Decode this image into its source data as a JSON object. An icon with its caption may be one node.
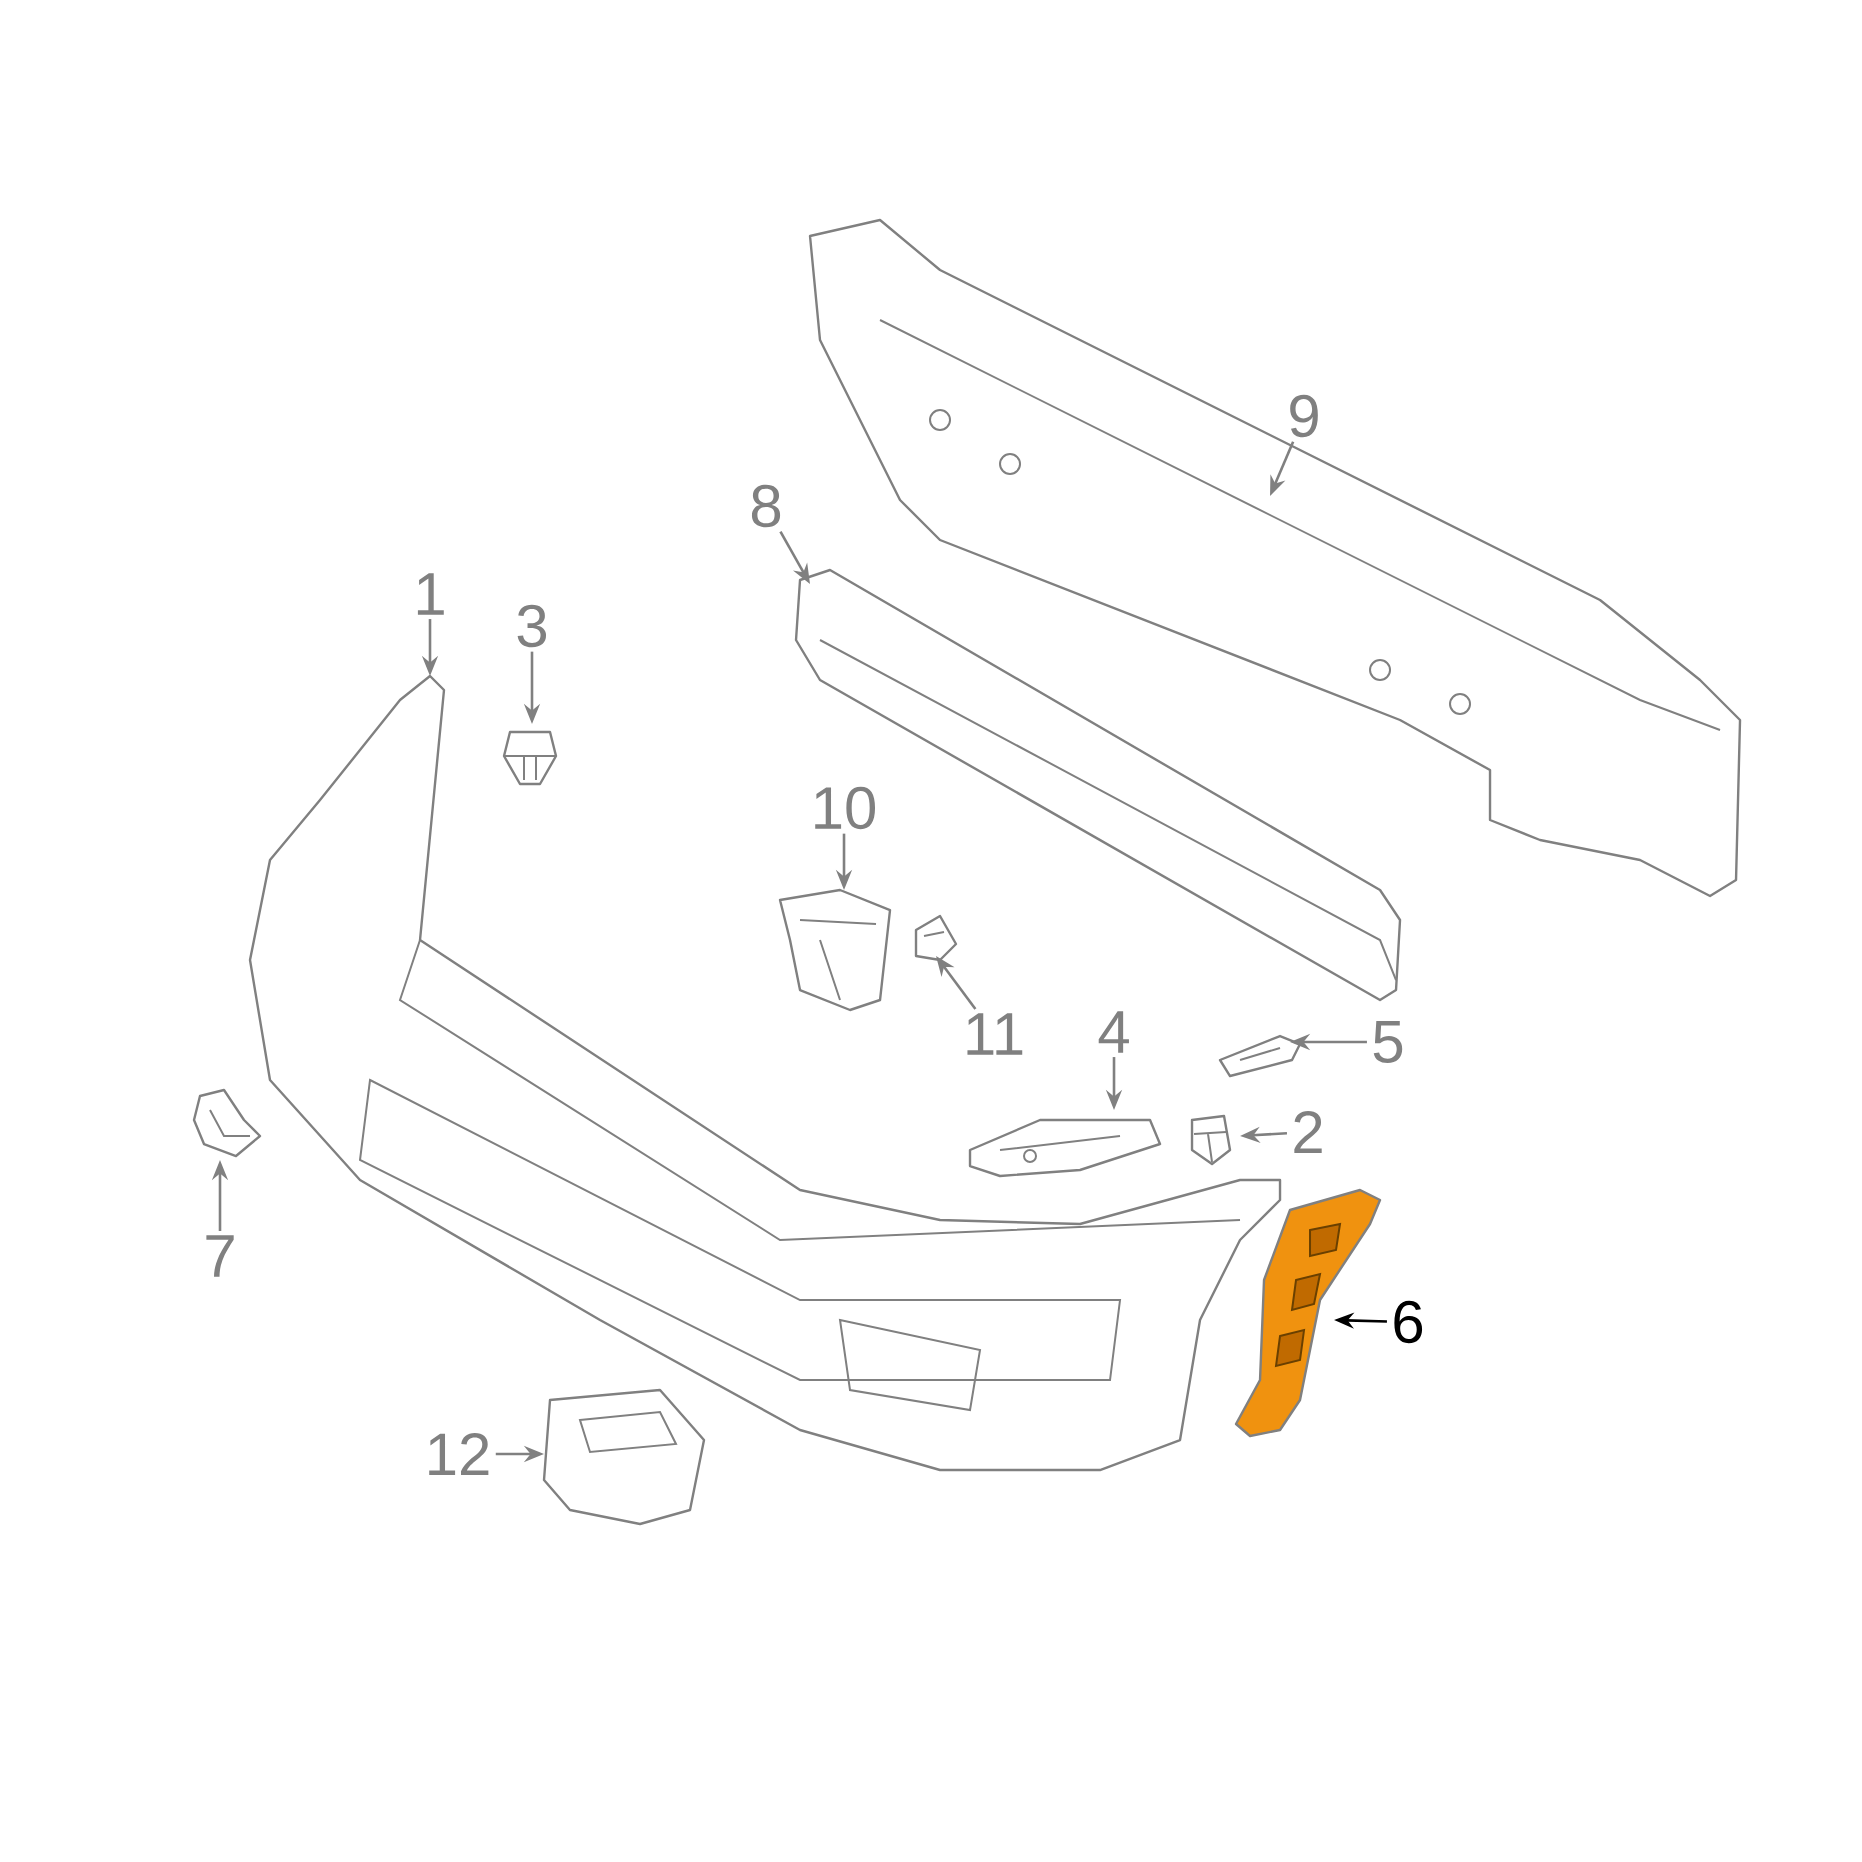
{
  "diagram": {
    "nodes": [
      {
        "text": [
          "9"
        ]
      },
      {
        "text": [
          "8"
        ]
      },
      {
        "text": [
          "1"
        ]
      },
      {
        "text": [
          "3"
        ]
      },
      {
        "text": [
          "10"
        ]
      },
      {
        "text": [
          "11"
        ]
      },
      {
        "text": [
          "4"
        ]
      },
      {
        "text": [
          "5"
        ]
      },
      {
        "text": [
          "2"
        ]
      },
      {
        "text": [
          "6"
        ]
      },
      {
        "text": [
          "7"
        ]
      },
      {
        "text": [
          "12"
        ]
      },
      {
        "text": [],
        "shape": "picture"
      },
      {
        "text": [],
        "shape": "picture"
      },
      {
        "text": [],
        "shape": "picture"
      },
      {
        "text": [],
        "shape": "picture"
      },
      {
        "text": [],
        "shape": "picture"
      },
      {
        "text": [],
        "shape": "picture"
      },
      {
        "text": [],
        "shape": "picture"
      },
      {
        "text": [],
        "shape": "picture"
      },
      {
        "text": [],
        "shape": "picture"
      },
      {
        "text": [],
        "shape": "picture"
      },
      {
        "text": [],
        "shape": "picture"
      },
      {
        "text": [],
        "shape": "picture"
      }
    ],
    "edges": [
      {
        "from": 0,
        "to": 12,
        "arrow": "to"
      },
      {
        "from": 1,
        "to": 13,
        "arrow": "to"
      },
      {
        "from": 2,
        "to": 14,
        "arrow": "to"
      },
      {
        "from": 3,
        "to": 15,
        "arrow": "to"
      },
      {
        "from": 4,
        "to": 16,
        "arrow": "to"
      },
      {
        "from": 5,
        "to": 17,
        "arrow": "to"
      },
      {
        "from": 6,
        "to": 18,
        "arrow": "to"
      },
      {
        "from": 7,
        "to": 19,
        "arrow": "to"
      },
      {
        "from": 8,
        "to": 20,
        "arrow": "to"
      },
      {
        "from": 9,
        "to": 21,
        "arrow": "to",
        "color": "#000000"
      },
      {
        "from": 10,
        "to": 22,
        "arrow": "to"
      },
      {
        "from": 11,
        "to": 23,
        "arrow": "to"
      }
    ]
  }
}
